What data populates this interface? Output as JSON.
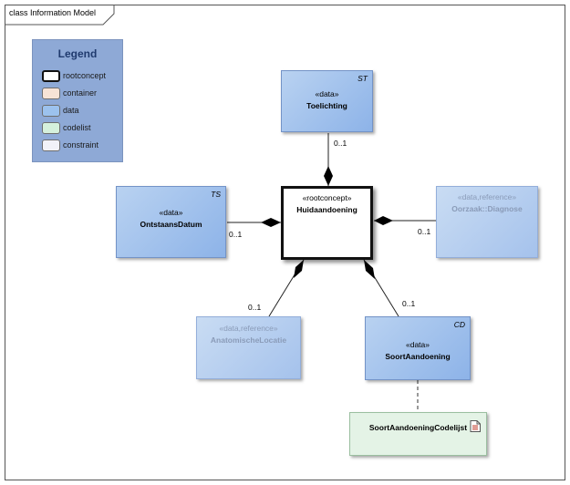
{
  "frame": {
    "title": "class Information Model"
  },
  "legend": {
    "title": "Legend",
    "items": [
      {
        "label": "rootconcept",
        "color": "#FFFFFF"
      },
      {
        "label": "container",
        "color": "#F7E3D6"
      },
      {
        "label": "data",
        "color": "#9CC2EE"
      },
      {
        "label": "codelist",
        "color": "#D5F0DC"
      },
      {
        "label": "constraint",
        "color": "#F2F2F8"
      }
    ]
  },
  "nodes": {
    "root": {
      "stereotype": "«rootconcept»",
      "name": "Huidaandoening"
    },
    "toelichting": {
      "stereotype": "«data»",
      "name": "Toelichting",
      "tag": "ST"
    },
    "ontstaansdatum": {
      "stereotype": "«data»",
      "name": "OntstaansDatum",
      "tag": "TS"
    },
    "oorzaak": {
      "stereotype": "«data,reference»",
      "name": "Oorzaak::Diagnose"
    },
    "anatomischelocatie": {
      "stereotype": "«data,reference»",
      "name": "AnatomischeLocatie"
    },
    "soortaandoening": {
      "stereotype": "«data»",
      "name": "SoortAandoening",
      "tag": "CD"
    },
    "codelijst": {
      "name": "SoortAandoeningCodelijst"
    }
  },
  "multiplicities": {
    "toelichting": "0..1",
    "ontstaansdatum": "0..1",
    "oorzaak": "0..1",
    "anatomischelocatie": "0..1",
    "soortaandoening": "0..1"
  }
}
